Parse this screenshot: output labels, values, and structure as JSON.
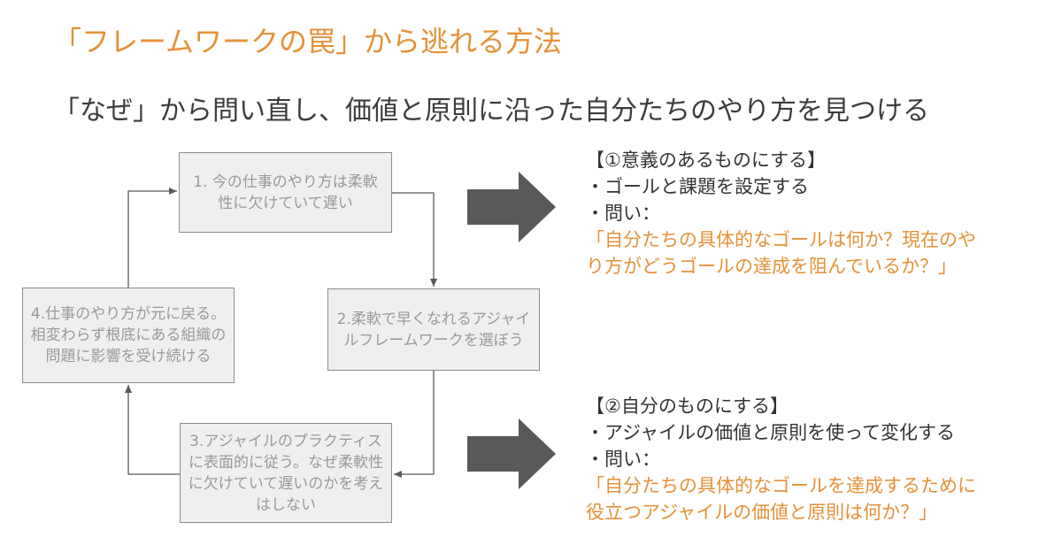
{
  "title": "「フレームワークの罠」から逃れる方法",
  "subtitle": "「なぜ」から問い直し、価値と原則に沿った自分たちのやり方を見つける",
  "cycle": {
    "box1": "1. 今の仕事のやり方は柔軟性に欠けていて遅い",
    "box2": "2.柔軟で早くなれるアジャイルフレームワークを選ぼう",
    "box3": "3.アジャイルのプラクティスに表面的に従う。なぜ柔軟性に欠けていて遅いのかを考えはしない",
    "box4": "4.仕事のやり方が元に戻る。相変わらず根底にある組織の問題に影響を受け続ける"
  },
  "panels": [
    {
      "heading": "【①意義のあるものにする】",
      "bullet": "・ゴールと課題を設定する",
      "question_label": "・問い：",
      "question_line1": "「自分たちの具体的なゴールは何か？現在のや",
      "question_line2": "り方がどうゴールの達成を阻んでいるか？」"
    },
    {
      "heading": "【②自分のものにする】",
      "bullet": "・アジャイルの価値と原則を使って変化する",
      "question_label": "・問い：",
      "question_line1": "「自分たちの具体的なゴールを達成するために",
      "question_line2": "役立つアジャイルの価値と原則は何か？」"
    }
  ],
  "colors": {
    "accent": "#e69138",
    "text": "#3c3c3c",
    "box_fill": "#efefef",
    "box_text": "#999999",
    "arrow": "#595959"
  }
}
